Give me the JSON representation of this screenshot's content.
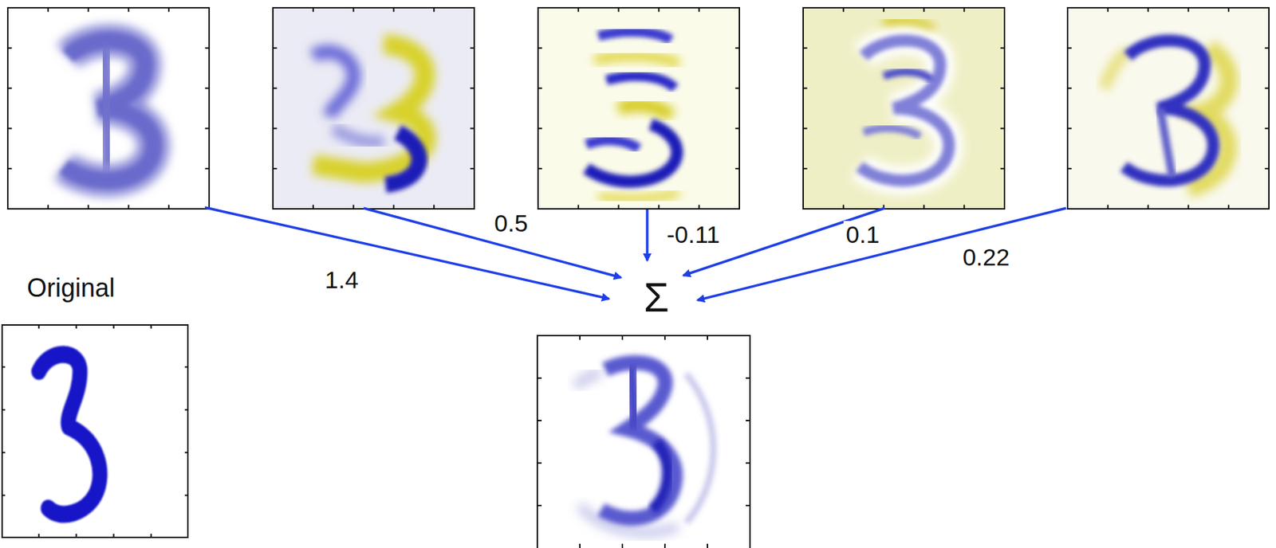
{
  "diagram": {
    "nodes": [
      {
        "text": [
          "Original"
        ]
      }
    ],
    "labels": [
      "0.5",
      "-0.11",
      "0.1",
      "0.22",
      "1.4",
      "Σ"
    ]
  }
}
